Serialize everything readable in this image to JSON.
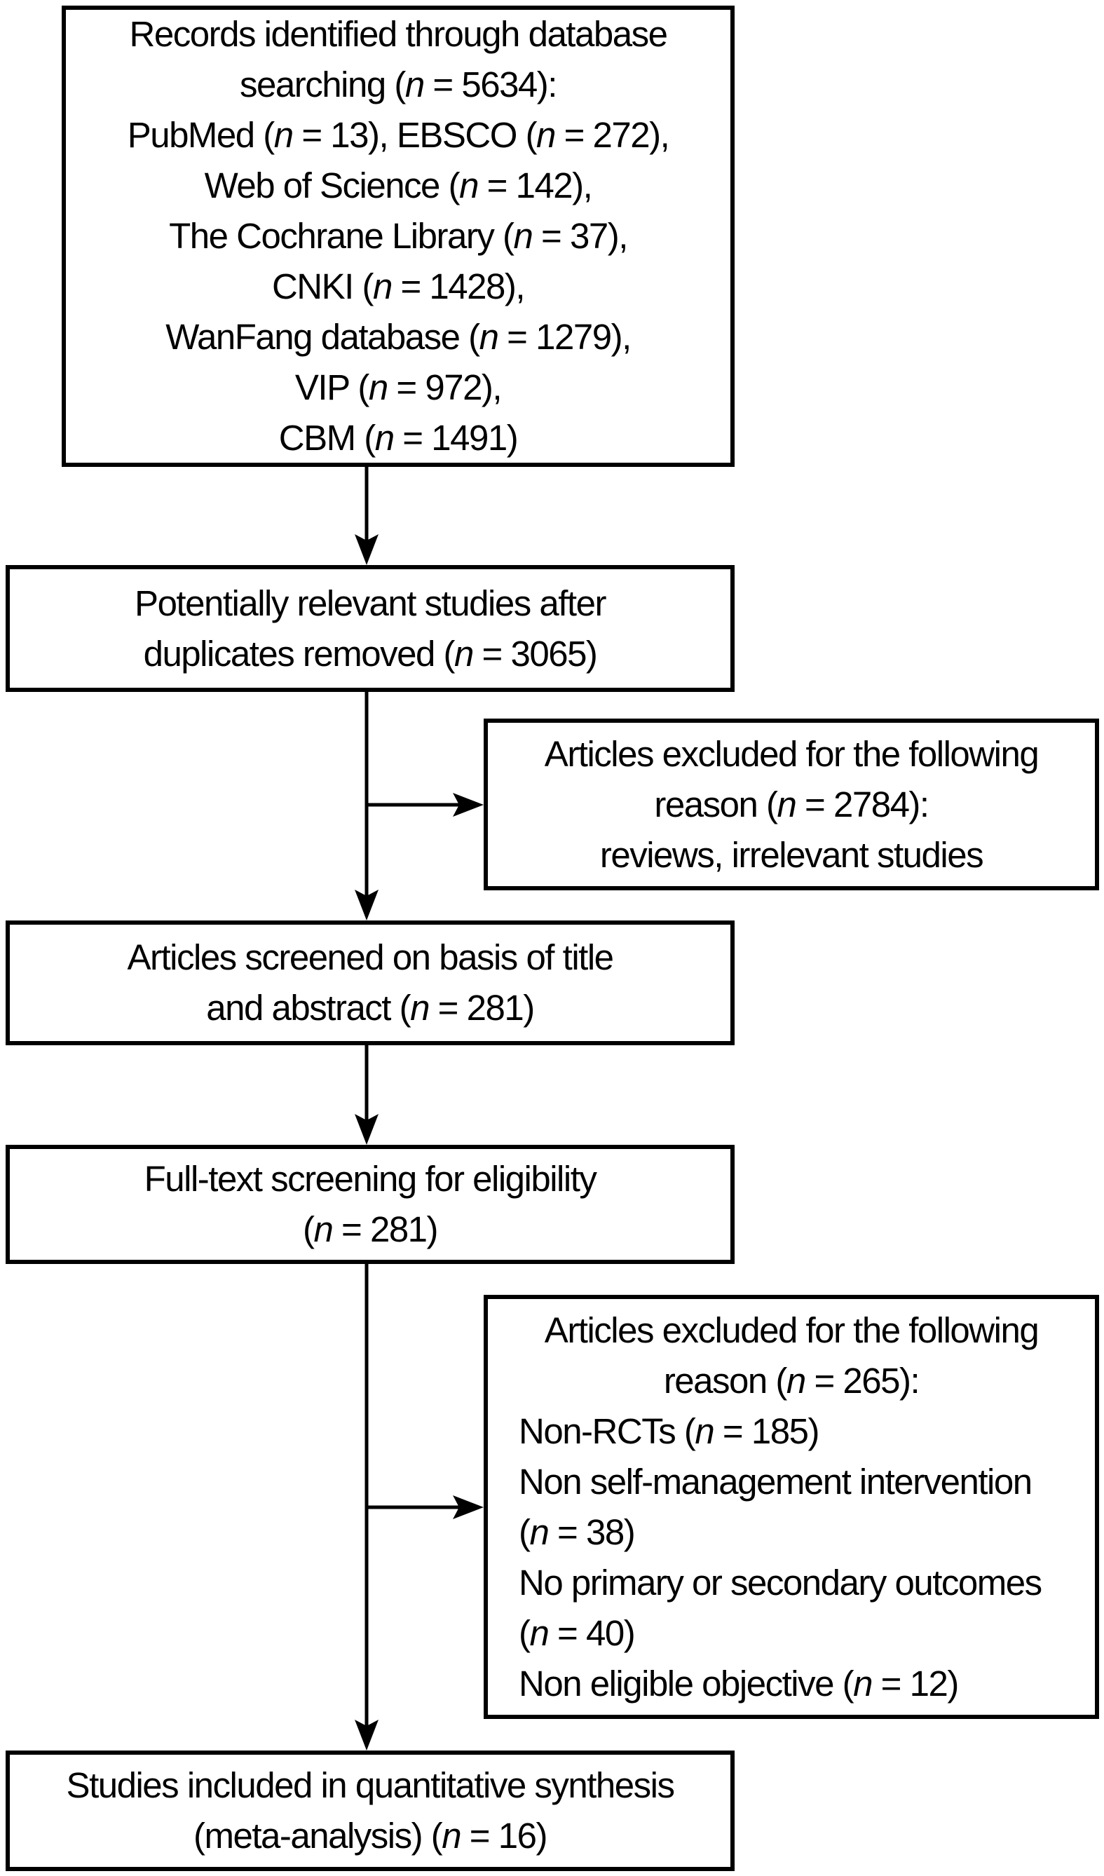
{
  "colors": {
    "background": "#ffffff",
    "line": "#000000",
    "text": "#000000"
  },
  "flow": {
    "records_identified": {
      "lines": [
        "Records identified through database",
        "searching (n = 5634):",
        "PubMed (n = 13), EBSCO (n = 272),",
        "Web of Science (n = 142),",
        "The Cochrane Library (n = 37),",
        "CNKI (n = 1428),",
        "WanFang database (n = 1279),",
        "VIP (n = 972),",
        "CBM (n = 1491)"
      ]
    },
    "after_duplicates": {
      "lines": [
        "Potentially relevant studies after",
        "duplicates removed (n = 3065)"
      ]
    },
    "excluded_title_abstract": {
      "lines": [
        "Articles excluded for the following",
        "reason (n = 2784):",
        "reviews, irrelevant studies"
      ]
    },
    "screened_title_abstract": {
      "lines": [
        "Articles screened on basis of title",
        "and abstract (n = 281)"
      ]
    },
    "fulltext_screening": {
      "lines": [
        "Full-text screening for eligibility",
        "(n = 281)"
      ]
    },
    "excluded_fulltext": {
      "header_lines": [
        "Articles excluded for the following",
        "reason (n = 265):"
      ],
      "reason_lines": [
        "Non-RCTs (n = 185)",
        "Non self-management intervention",
        "(n = 38)",
        "No primary or secondary outcomes",
        "(n = 40)",
        "Non eligible objective (n = 12)"
      ]
    },
    "included_synthesis": {
      "lines": [
        "Studies included in quantitative synthesis",
        "(meta-analysis) (n = 16)"
      ]
    }
  }
}
